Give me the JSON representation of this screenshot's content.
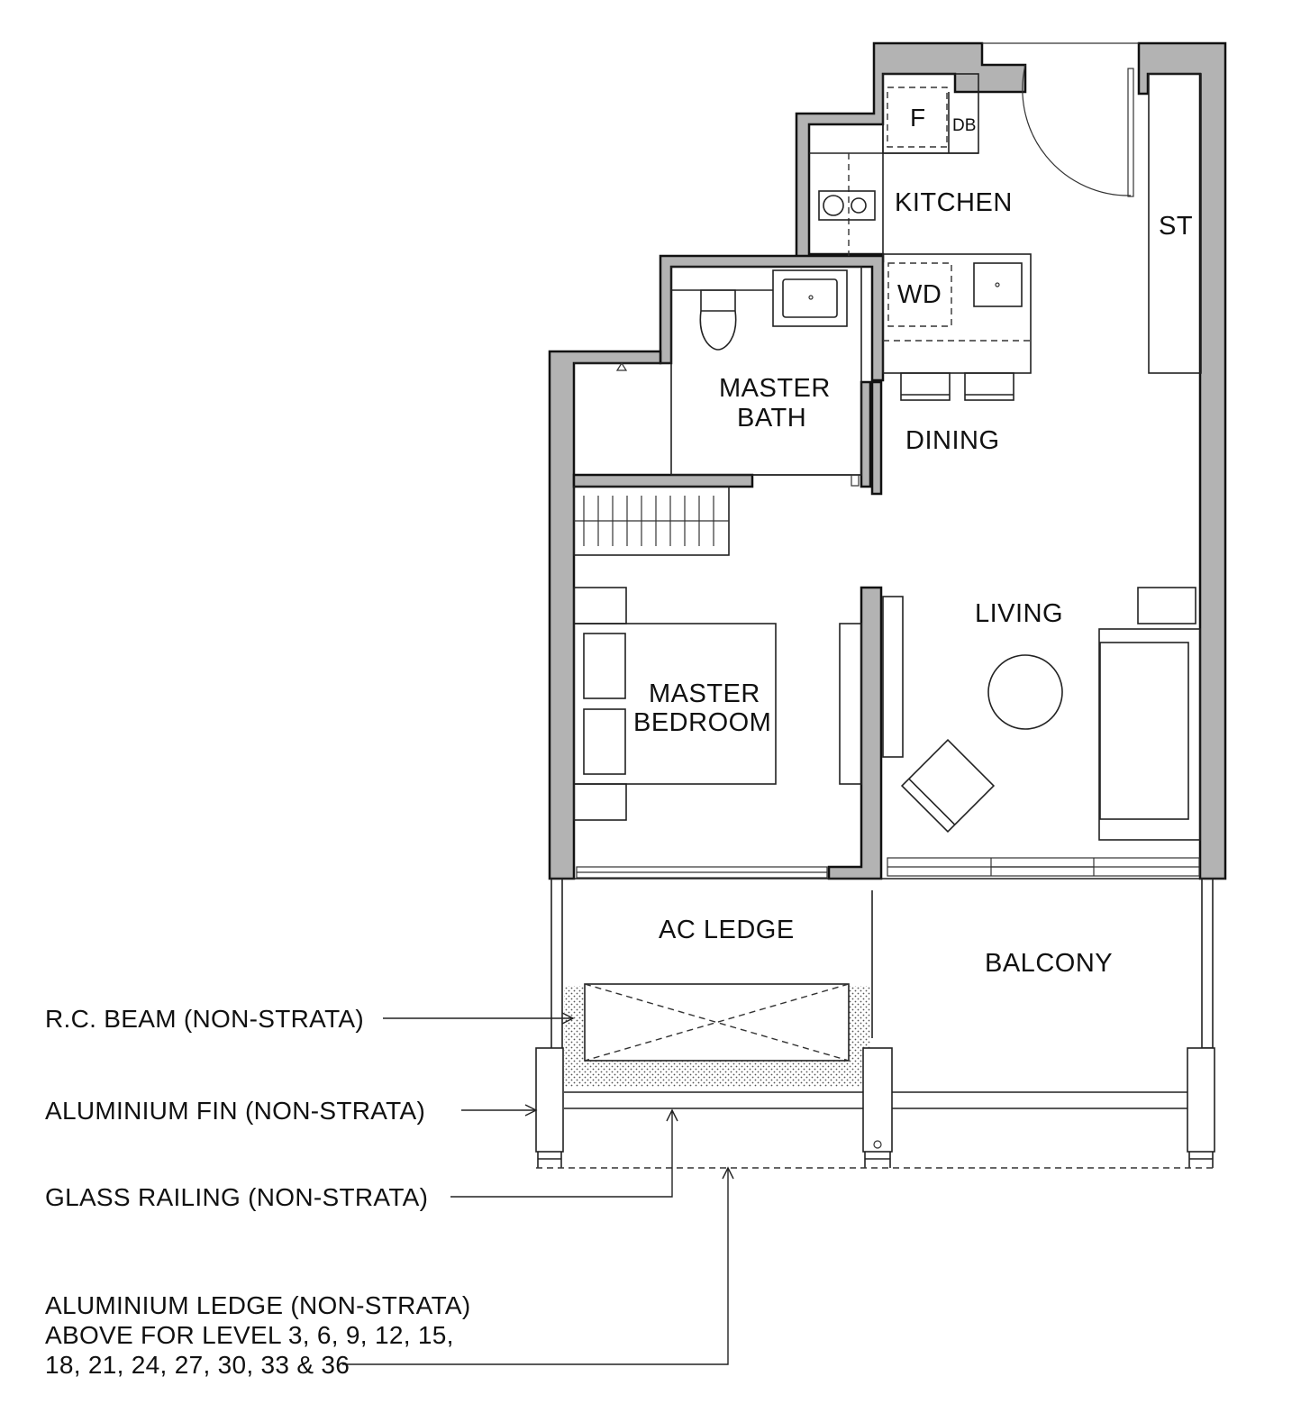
{
  "rooms": {
    "kitchen": "KITCHEN",
    "fridge": "F",
    "db": "DB",
    "washer_dryer": "WD",
    "store": "ST",
    "master_bath_line1": "MASTER",
    "master_bath_line2": "BATH",
    "dining": "DINING",
    "living": "LIVING",
    "master_bedroom_line1": "MASTER",
    "master_bedroom_line2": "BEDROOM",
    "ac_ledge": "AC LEDGE",
    "balcony": "BALCONY"
  },
  "notes": {
    "rc_beam": "R.C. BEAM (NON-STRATA)",
    "aluminium_fin": "ALUMINIUM FIN (NON-STRATA)",
    "glass_railing": "GLASS RAILING (NON-STRATA)",
    "aluminium_ledge_line1": "ALUMINIUM LEDGE (NON-STRATA)",
    "aluminium_ledge_line2": "ABOVE FOR LEVEL 3, 6, 9, 12, 15,",
    "aluminium_ledge_line3": "18, 21, 24, 27, 30, 33 & 36"
  },
  "colors": {
    "wall_fill": "#b3b3b3",
    "line": "#222222",
    "background": "#ffffff"
  }
}
